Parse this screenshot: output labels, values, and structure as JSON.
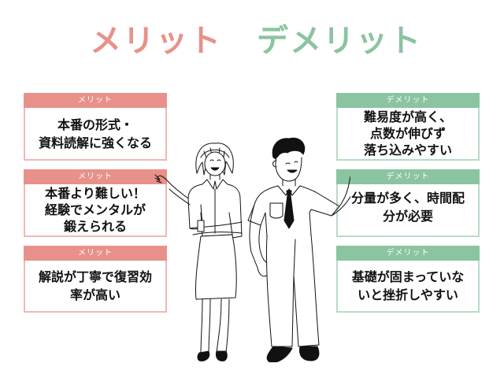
{
  "titles": {
    "merit": "メリット",
    "demerit": "デメリット"
  },
  "colors": {
    "merit": "#e8918a",
    "merit_border": "#f0b8b3",
    "demerit": "#8bc4a0",
    "demerit_border": "#b8dcc4"
  },
  "merits": [
    {
      "label": "メリット",
      "line1": "本番の形式・",
      "line2": "資料読解に強くなる",
      "line3": ""
    },
    {
      "label": "メリット",
      "line1": "本番より難しい！",
      "line2": "経験でメンタルが",
      "line3": "鍛えられる"
    },
    {
      "label": "メリット",
      "line1": "解説が丁寧で復習効",
      "line2": "率が高い",
      "line3": ""
    }
  ],
  "demerits": [
    {
      "label": "デメリット",
      "line1": "難易度が高く、",
      "line2": "点数が伸びず",
      "line3": "落ち込みやすい"
    },
    {
      "label": "デメリット",
      "line1": "分量が多く、時間配",
      "line2": "分が必要",
      "line3": ""
    },
    {
      "label": "デメリット",
      "line1": "基礎が固まっていな",
      "line2": "いと挫折しやすい",
      "line3": ""
    }
  ],
  "illustration": {
    "figures": [
      "woman-arms-crossed-pointing-left",
      "man-with-tie-pointing-up"
    ]
  }
}
